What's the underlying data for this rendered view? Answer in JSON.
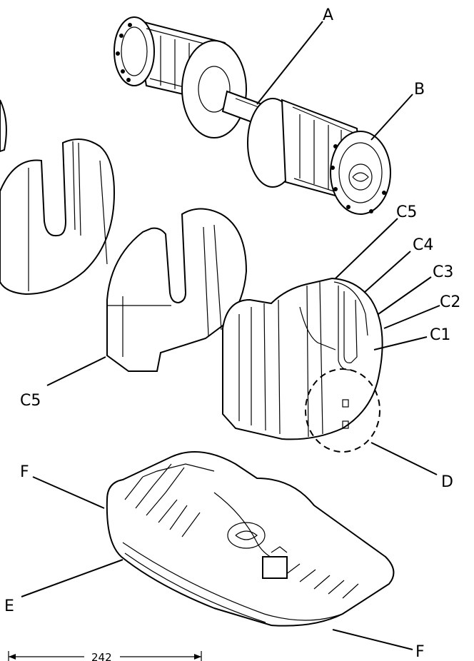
{
  "labels": {
    "a": "A",
    "b": "B",
    "c5_stack": "C5",
    "c4": "C4",
    "c3": "C3",
    "c2": "C2",
    "c1": "C1",
    "c5_plate": "C5",
    "d": "D",
    "e": "E",
    "f_upper": "F",
    "f_lower": "F"
  },
  "dimension": {
    "text": "242"
  }
}
